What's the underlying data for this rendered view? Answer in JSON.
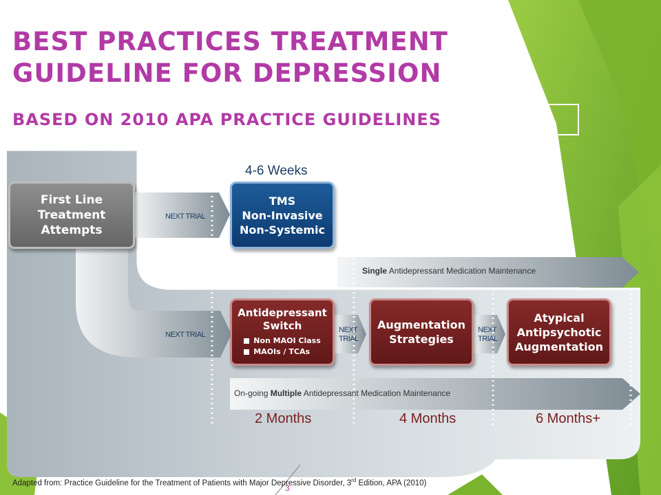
{
  "slide": {
    "title": "BEST PRACTICES TREATMENT GUIDELINE FOR DEPRESSION",
    "subtitle": "BASED ON 2010 APA PRACTICE GUIDELINES",
    "page_number": "3",
    "footnote": {
      "text_before": "Adapted from: Practice Guideline for the Treatment  of Patients with Major Depressive Disorder, 3",
      "superscript": "rd",
      "text_after": " Edition, APA (2010)"
    }
  },
  "diagram": {
    "first_line": "First Line\nTreatment\nAttempts",
    "tms_duration": "4-6 Weeks",
    "tms_box": "TMS\nNon-Invasive\nNon-Systemic",
    "next_trial_upper": "NEXT TRIAL",
    "next_trial_lower": "NEXT TRIAL",
    "single_bold": "Single",
    "single_rest": " Antidepressant Medication Maintenance",
    "switch_title": "Antidepressant\nSwitch",
    "switch_items": [
      "Non MAOI Class",
      "MAOIs / TCAs"
    ],
    "next_trial_2": "NEXT\nTRIAL",
    "augmentation": "Augmentation\nStrategies",
    "next_trial_3": "NEXT\nTRIAL",
    "atypical": "Atypical\nAntipsychotic\nAugmentation",
    "multiple_pre": "On-going ",
    "multiple_bold": "Multiple",
    "multiple_post": " Antidepressant Medication Maintenance",
    "durations": [
      "2 Months",
      "4 Months",
      "6 Months+"
    ]
  },
  "colors": {
    "title": "#b23aa6",
    "tms_blue": "#0d3b70",
    "step_red": "#6f1f1f",
    "first_gray": "#7a7a7a",
    "green_accent": "#7ab32e"
  }
}
